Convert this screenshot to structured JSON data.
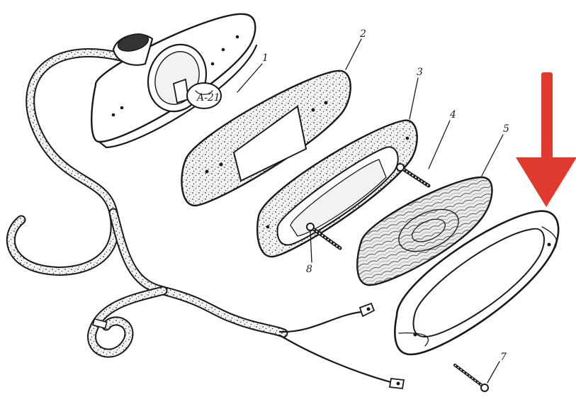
{
  "figure": {
    "part_labels": [
      {
        "id": "p1",
        "text": "1"
      },
      {
        "id": "p2",
        "text": "2"
      },
      {
        "id": "p3",
        "text": "3"
      },
      {
        "id": "p4",
        "text": "4"
      },
      {
        "id": "p5",
        "text": "5"
      },
      {
        "id": "p7",
        "text": "7"
      },
      {
        "id": "p8",
        "text": "8"
      }
    ],
    "bulb_marking": "A-21",
    "pointer": {
      "color": "#e03a2e",
      "target": "rim"
    },
    "colors": {
      "ink": "#1a1a1a",
      "paper": "#ffffff",
      "gasket_fill": "#e6e6e6",
      "lens_fill": "#ececec"
    }
  }
}
